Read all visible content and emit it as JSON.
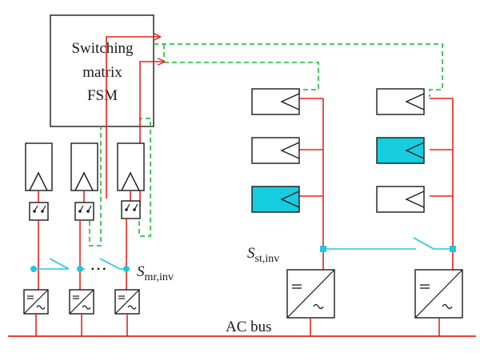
{
  "fsm": {
    "line1": "Switching",
    "line2": "matrix",
    "line3": "FSM"
  },
  "labels": {
    "s_mr_main": "S",
    "s_mr_sub": "mr,inv",
    "s_st_main": "S",
    "s_st_sub": "st,inv",
    "ac_bus": "AC bus",
    "dots": "• • •"
  },
  "colors": {
    "power_line": "#e8231d",
    "control_line": "#35c24a",
    "switch_line": "#24c6df",
    "highlight_module": "#16cde0",
    "outline": "#1a1a1a"
  }
}
